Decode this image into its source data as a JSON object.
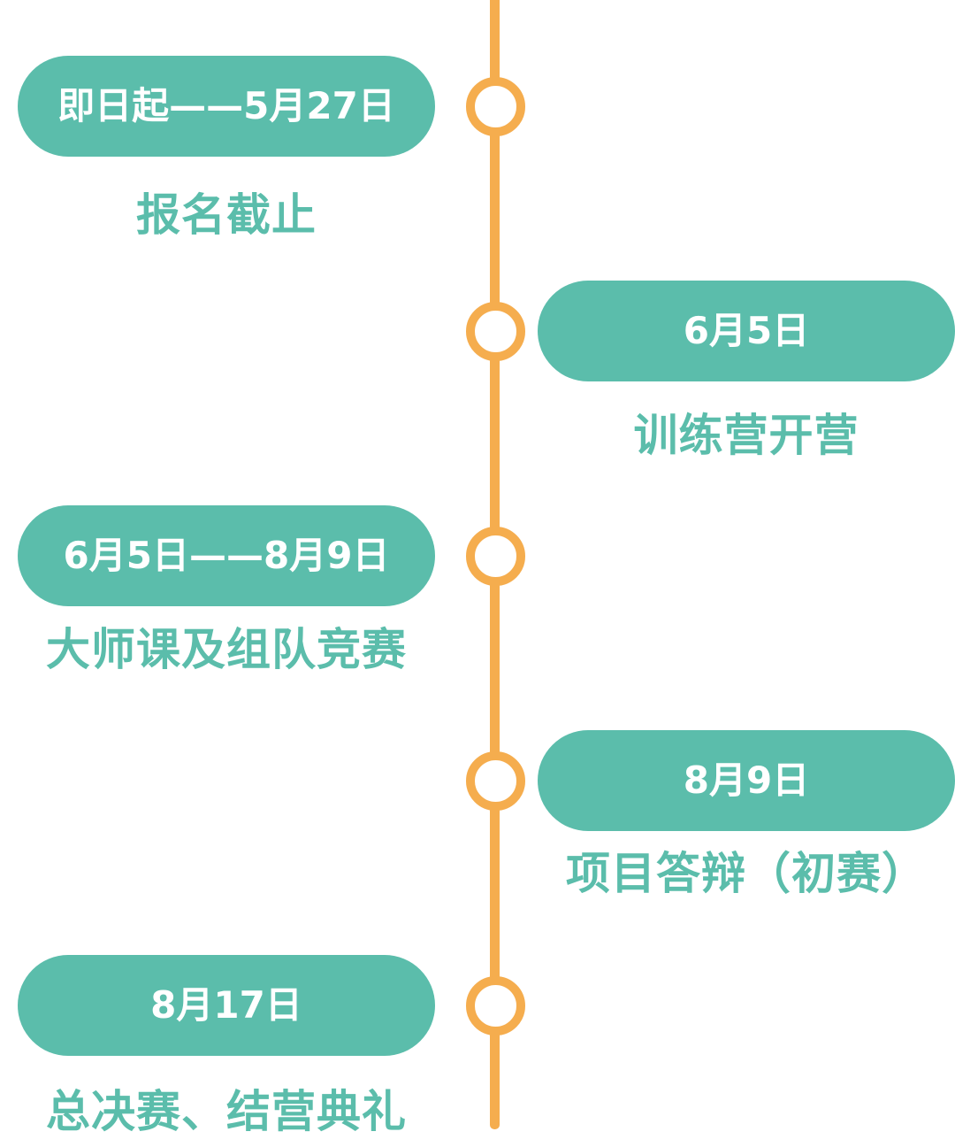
{
  "colors": {
    "line": "#f5ad4e",
    "pill": "#5bbdab",
    "pill_text": "#ffffff",
    "label_text": "#5bbdab"
  },
  "events": [
    {
      "date": "即日起——5月27日",
      "title": "报名截止"
    },
    {
      "date": "6月5日",
      "title": "训练营开营"
    },
    {
      "date": "6月5日——8月9日",
      "title": "大师课及组队竞赛"
    },
    {
      "date": "8月9日",
      "title": "项目答辩（初赛）"
    },
    {
      "date": "8月17日",
      "title": "总决赛、结营典礼"
    }
  ]
}
